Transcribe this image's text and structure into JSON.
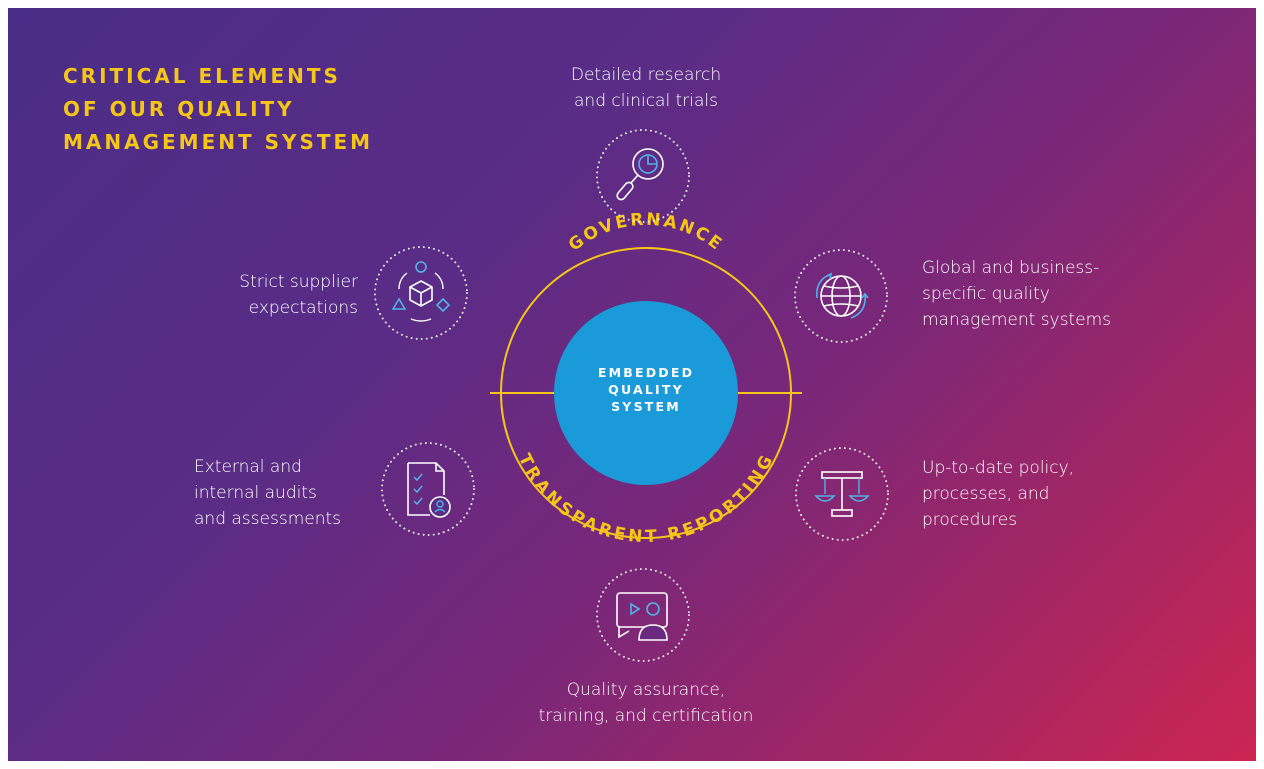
{
  "heading": {
    "lines": [
      "CRITICAL ELEMENTS",
      "OF OUR QUALITY",
      "MANAGEMENT SYSTEM"
    ]
  },
  "center": {
    "top_arc": "GOVERNANCE",
    "bottom_arc": "TRANSPARENT REPORTING",
    "core_lines": [
      "EMBEDDED",
      "QUALITY",
      "SYSTEM"
    ]
  },
  "elements": [
    {
      "id": "research",
      "icon": "magnifier-chart-icon",
      "lines": [
        "Detailed research",
        "and clinical trials"
      ]
    },
    {
      "id": "global",
      "icon": "globe-arrows-icon",
      "lines": [
        "Global and business-",
        "specific quality",
        "management systems"
      ]
    },
    {
      "id": "policy",
      "icon": "scales-icon",
      "lines": [
        "Up-to-date policy,",
        "processes, and",
        "procedures"
      ]
    },
    {
      "id": "training",
      "icon": "video-presenter-icon",
      "lines": [
        "Quality assurance,",
        "training, and certification"
      ]
    },
    {
      "id": "audits",
      "icon": "checklist-person-icon",
      "lines": [
        "External and",
        "internal audits",
        "and assessments"
      ]
    },
    {
      "id": "supplier",
      "icon": "cube-cycle-icon",
      "lines": [
        "Strict supplier",
        "expectations"
      ]
    }
  ],
  "colors": {
    "accent_yellow": "#f5c518",
    "core_blue": "#1a9ad9",
    "icon_blue": "#4fb3e8",
    "text_white": "#ffffff"
  }
}
